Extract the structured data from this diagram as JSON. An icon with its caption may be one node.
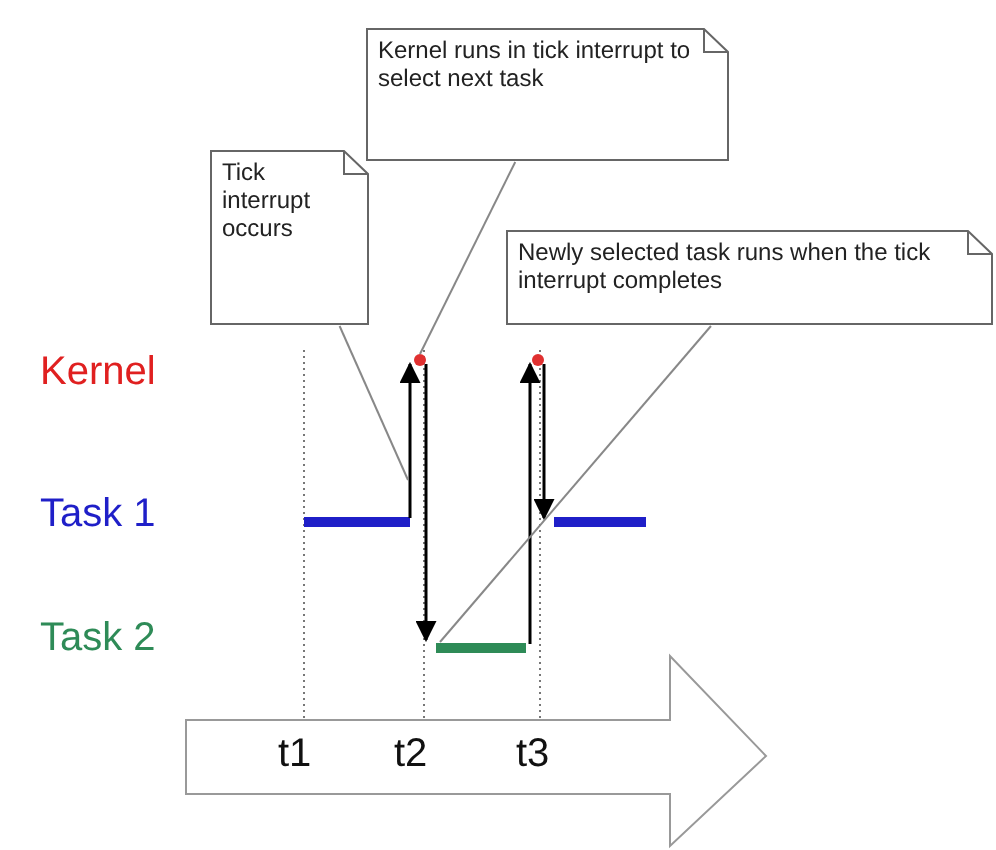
{
  "diagram": {
    "nodes": [
      {
        "text": [
          "Kernel runs in tick interrupt to select next task"
        ]
      },
      {
        "text": [
          "Tick interrupt occurs"
        ]
      },
      {
        "text": [
          "Newly selected task runs when the tick interrupt completes"
        ]
      }
    ],
    "edges": [
      {
        "from": 0,
        "to": null,
        "arrow": "none"
      },
      {
        "from": 1,
        "to": null,
        "arrow": "none"
      },
      {
        "from": 2,
        "to": null,
        "arrow": "none"
      }
    ],
    "labels": [
      "Kernel",
      "Task 1",
      "Task 2",
      "t1",
      "t2",
      "t3"
    ]
  }
}
